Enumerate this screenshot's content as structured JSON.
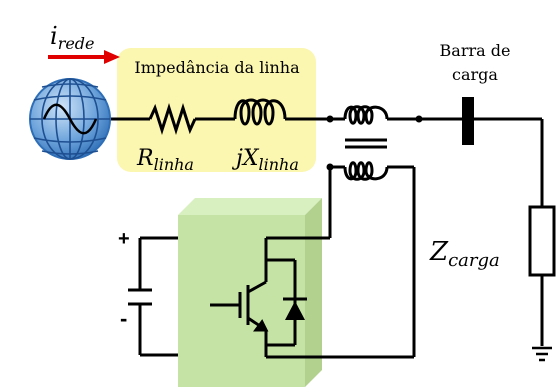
{
  "labels": {
    "i_rede_base": "i",
    "i_rede_sub": "rede",
    "impedancia": "Impedância da linha",
    "r_base": "R",
    "r_sub": "linha",
    "jx_base": "jX",
    "jx_sub": "linha",
    "barra_line1": "Barra de",
    "barra_line2": "carga",
    "z_base": "Z",
    "z_sub": "carga",
    "plus": "+",
    "minus": "-"
  },
  "colors": {
    "wire": "#000000",
    "arrow": "#e00000",
    "impedance_box": "#fbf6b0",
    "converter_front": "#c6e3a6",
    "converter_side": "#b2d18f",
    "converter_top": "#d8efbf",
    "globe": "#2f6fb7"
  },
  "icons": [
    "grid-globe-icon",
    "resistor-icon",
    "inductor-icon",
    "transformer-icon",
    "capacitor-icon",
    "igbt-icon",
    "diode-icon",
    "load-icon",
    "ground-icon"
  ]
}
